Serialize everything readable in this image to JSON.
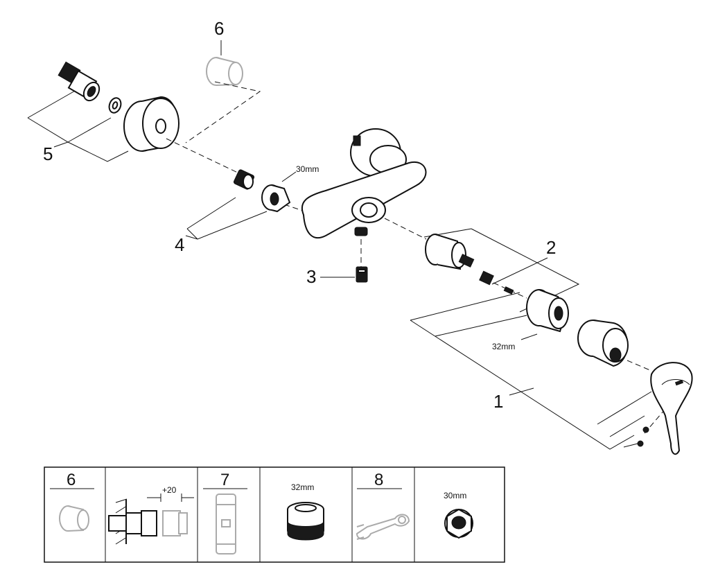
{
  "callouts": {
    "c1": "1",
    "c2": "2",
    "c3": "3",
    "c4": "4",
    "c5": "5",
    "c6": "6"
  },
  "dimensions": {
    "nut_30": "30mm",
    "nut_32": "32mm"
  },
  "table": {
    "cells": [
      {
        "number": "6",
        "content": "extension-part"
      },
      {
        "number": "",
        "content": "extension-diagram",
        "label": "+20"
      },
      {
        "number": "7",
        "content": "tool-sleeve"
      },
      {
        "number": "",
        "content": "nut",
        "label": "32mm"
      },
      {
        "number": "8",
        "content": "wrench"
      },
      {
        "number": "",
        "content": "nut",
        "label": "30mm"
      }
    ]
  }
}
